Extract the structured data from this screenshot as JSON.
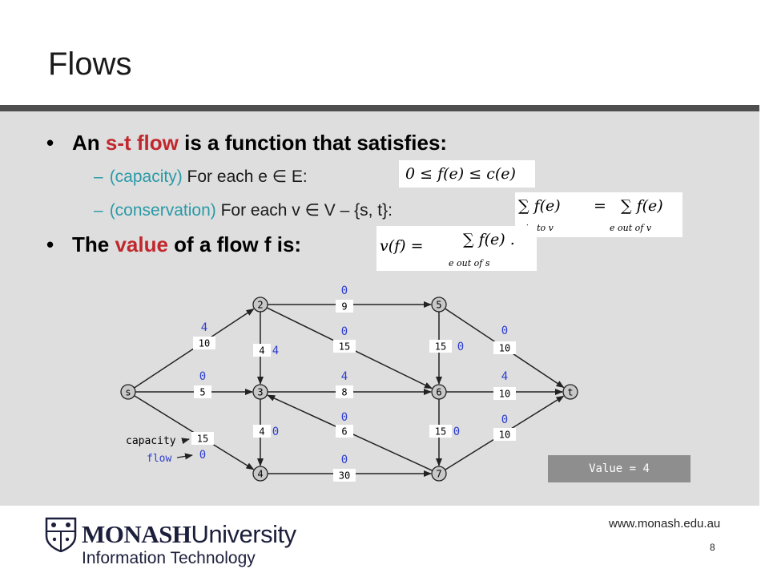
{
  "slide": {
    "title": "Flows",
    "bullet1": {
      "bullet": "•",
      "pre": "An ",
      "term": "s-t flow",
      "post": " is a function that satisfies:"
    },
    "sub1": {
      "dash": "–",
      "label": "(capacity)",
      "text": " For each e ∈ E:"
    },
    "sub2": {
      "dash": "–",
      "label": "(conservation)",
      "text": " For each v ∈ V – {s, t}:"
    },
    "bullet2": {
      "bullet": "•",
      "pre": "The ",
      "term": "value",
      "post": " of a flow f is:"
    }
  },
  "formulas": {
    "capacity": "0 ≤ f(e) ≤ c(e)",
    "conservation_left": "∑ f(e)",
    "conservation_left_sub": "e in to v",
    "conservation_eq": "=",
    "conservation_right": "∑ f(e)",
    "conservation_right_sub": "e out of v",
    "value_lhs": "v(f)  =",
    "value_sum": "∑ f(e) .",
    "value_sub": "e out of s"
  },
  "graph": {
    "nodes": [
      {
        "id": "s",
        "label": "s"
      },
      {
        "id": "2",
        "label": "2"
      },
      {
        "id": "3",
        "label": "3"
      },
      {
        "id": "4",
        "label": "4"
      },
      {
        "id": "5",
        "label": "5"
      },
      {
        "id": "6",
        "label": "6"
      },
      {
        "id": "7",
        "label": "7"
      },
      {
        "id": "t",
        "label": "t"
      }
    ],
    "edges": [
      {
        "from": "s",
        "to": "2",
        "capacity": "10",
        "flow": "4"
      },
      {
        "from": "s",
        "to": "3",
        "capacity": "5",
        "flow": "0"
      },
      {
        "from": "s",
        "to": "4",
        "capacity": "15",
        "flow": "0"
      },
      {
        "from": "2",
        "to": "5",
        "capacity": "9",
        "flow": "0"
      },
      {
        "from": "2",
        "to": "6",
        "capacity": "15",
        "flow": "0"
      },
      {
        "from": "2",
        "to": "3",
        "capacity": "4",
        "flow": "4"
      },
      {
        "from": "3",
        "to": "6",
        "capacity": "8",
        "flow": "4"
      },
      {
        "from": "3",
        "to": "4",
        "capacity": "4",
        "flow": "0"
      },
      {
        "from": "7",
        "to": "3",
        "capacity": "6",
        "flow": "0"
      },
      {
        "from": "4",
        "to": "7",
        "capacity": "30",
        "flow": "0"
      },
      {
        "from": "5",
        "to": "6",
        "capacity": "15",
        "flow": "0"
      },
      {
        "from": "5",
        "to": "t",
        "capacity": "10",
        "flow": "0"
      },
      {
        "from": "6",
        "to": "t",
        "capacity": "10",
        "flow": "4"
      },
      {
        "from": "6",
        "to": "7",
        "capacity": "15",
        "flow": "0"
      },
      {
        "from": "7",
        "to": "t",
        "capacity": "10",
        "flow": "0"
      }
    ],
    "legend": {
      "capacity": "capacity",
      "flow": "flow"
    },
    "value_label": "Value = 4"
  },
  "footer": {
    "logo_word1": "MONASH",
    "logo_word2": "University",
    "logo_sub": "Information Technology",
    "url": "www.monash.edu.au",
    "page": "8"
  },
  "colors": {
    "accent_teal": "#2a9aa8",
    "accent_red": "#c0282d",
    "flow_blue": "#2c3ccf",
    "panel_gray": "#dedede"
  }
}
